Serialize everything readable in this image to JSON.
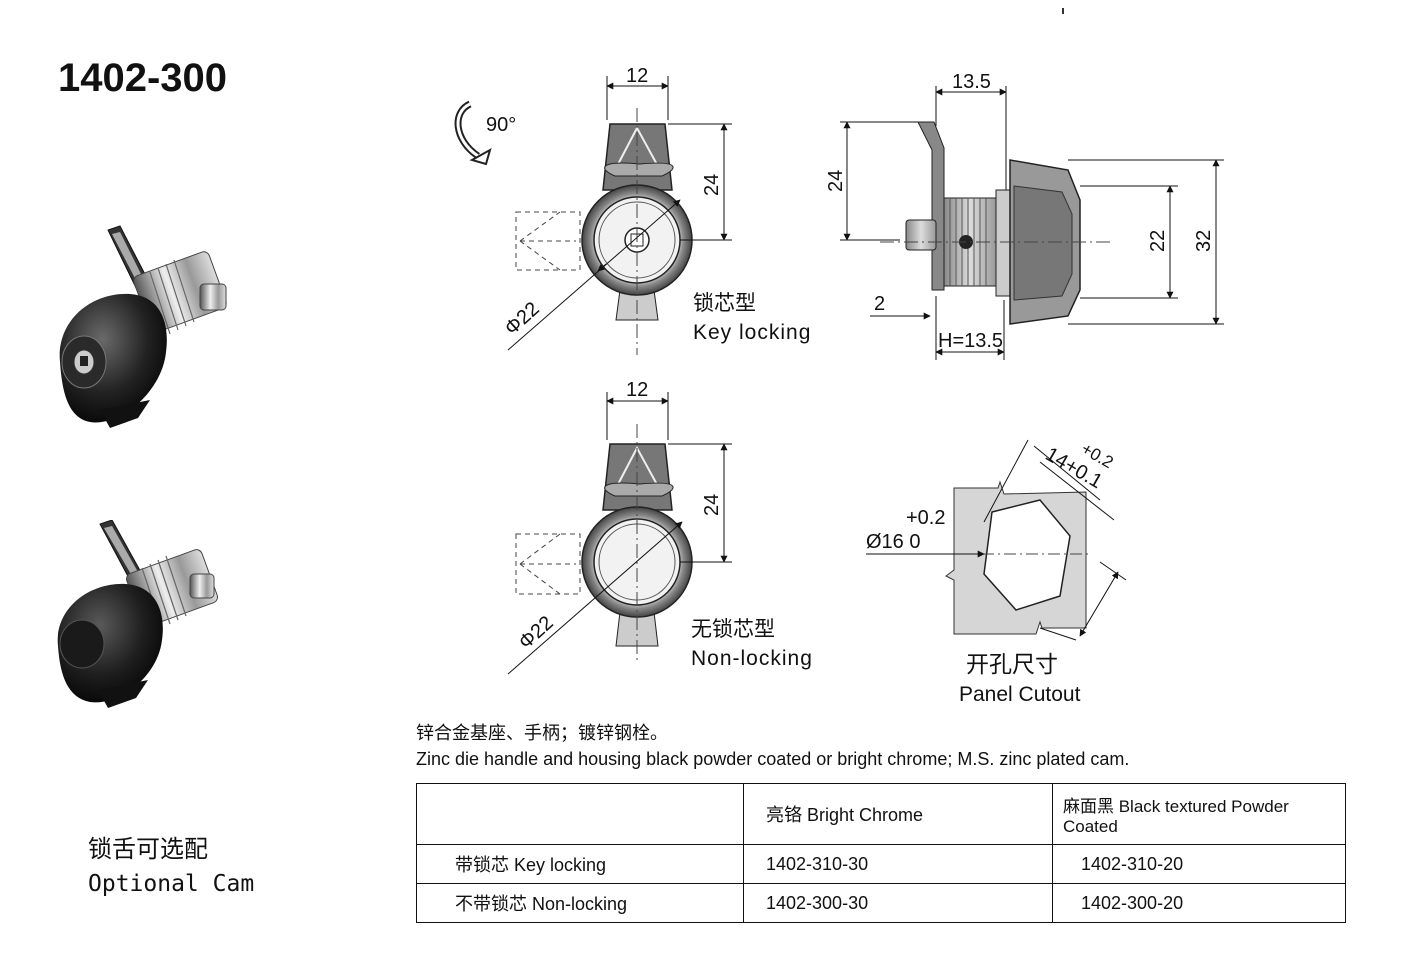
{
  "product_code": "1402-300",
  "rotation_label": "90°",
  "views": {
    "key_locking": {
      "width_dim": "12",
      "height_dim": "24",
      "diameter_dim": "Φ22",
      "label_cn": "锁芯型",
      "label_en": "Key locking"
    },
    "non_locking": {
      "width_dim": "12",
      "height_dim": "24",
      "diameter_dim": "Φ22",
      "label_cn": "无锁芯型",
      "label_en": "Non-locking"
    },
    "side": {
      "top_dim": "13.5",
      "height_dim": "24",
      "inner_dim": "22",
      "outer_dim": "32",
      "gap_dim": "2",
      "h_dim": "H=13.5"
    },
    "cutout": {
      "flat_dim": "14+0.1",
      "flat_tol": "+0.2",
      "diam_tol": "+0.2",
      "diam_dim": "Ø16  0",
      "label_cn": "开孔尺寸",
      "label_en": "Panel Cutout"
    }
  },
  "optional_cam": {
    "label_cn": "锁舌可选配",
    "label_en": "Optional Cam"
  },
  "material": {
    "cn": "锌合金基座、手柄；镀锌钢栓。",
    "en": "Zinc die handle and housing black powder coated or bright chrome; M.S. zinc plated cam."
  },
  "table": {
    "headers": [
      "",
      "亮铬 Bright Chrome",
      "麻面黑 Black textured Powder Coated"
    ],
    "rows": [
      [
        "带锁芯 Key locking",
        "1402-310-30",
        "1402-310-20"
      ],
      [
        "不带锁芯 Non-locking",
        "1402-300-30",
        "1402-300-20"
      ]
    ]
  }
}
